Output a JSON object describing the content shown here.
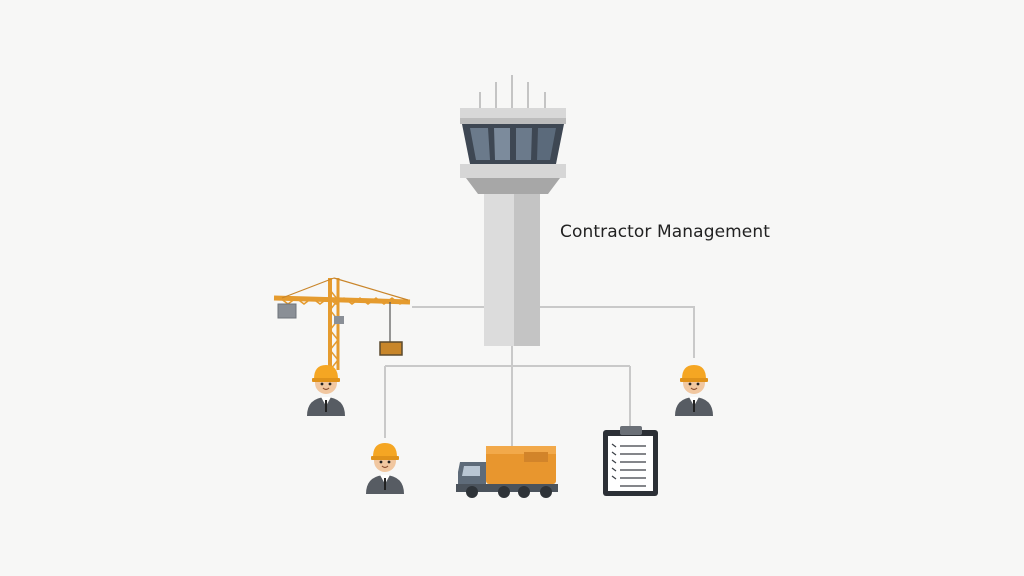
{
  "diagram": {
    "title": "Contractor Management",
    "nodes": [
      {
        "id": "control-tower",
        "icon": "control-tower-icon"
      },
      {
        "id": "tower-crane",
        "icon": "tower-crane-icon"
      },
      {
        "id": "contractor-left",
        "icon": "worker-hardhat-icon"
      },
      {
        "id": "contractor-middle",
        "icon": "worker-hardhat-icon"
      },
      {
        "id": "dump-truck",
        "icon": "truck-icon"
      },
      {
        "id": "checklist-clipboard",
        "icon": "clipboard-checklist-icon"
      },
      {
        "id": "contractor-right",
        "icon": "worker-hardhat-icon"
      }
    ],
    "colors": {
      "background": "#f7f7f6",
      "connector": "#c9c9c9",
      "hardhat": "#f5a623",
      "crane": "#e59b2e",
      "truck_cargo": "#e8962e",
      "tower_glass": "#4a5563",
      "suit": "#555a60"
    }
  }
}
